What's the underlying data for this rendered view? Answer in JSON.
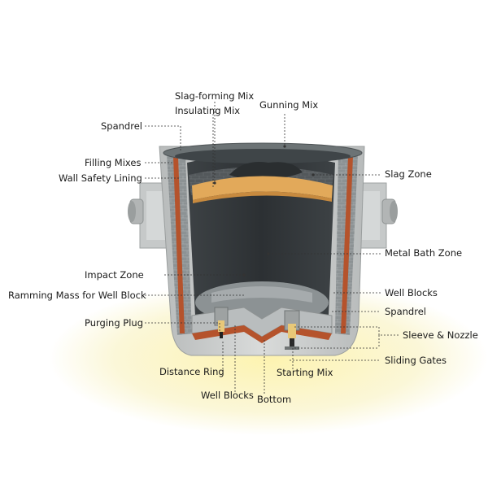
{
  "labels": {
    "slag_forming_mix": "Slag-forming Mix",
    "insulating_mix": "Insulating Mix",
    "gunning_mix": "Gunning Mix",
    "spandrel_top": "Spandrel",
    "filling_mixes": "Filling Mixes",
    "wall_safety_lining": "Wall Safety Lining",
    "slag_zone": "Slag Zone",
    "metal_bath_zone": "Metal Bath Zone",
    "impact_zone": "Impact Zone",
    "ramming_mass": "Ramming Mass for Well Block",
    "well_blocks_right": "Well Blocks",
    "spandrel_right": "Spandrel",
    "purging_plug": "Purging Plug",
    "sleeve_nozzle": "Sleeve & Nozzle",
    "sliding_gates": "Sliding Gates",
    "distance_ring": "Distance Ring",
    "starting_mix": "Starting Mix",
    "well_blocks_bottom": "Well Blocks",
    "bottom": "Bottom"
  },
  "colors": {
    "outer_shell": "#c9cbcb",
    "steel_shell": "#b5532c",
    "brick_lining": "#4a4f52",
    "slag_layer": "#e2a95a",
    "floor_glow": "#fbf6cf",
    "leader_line": "#333333"
  }
}
